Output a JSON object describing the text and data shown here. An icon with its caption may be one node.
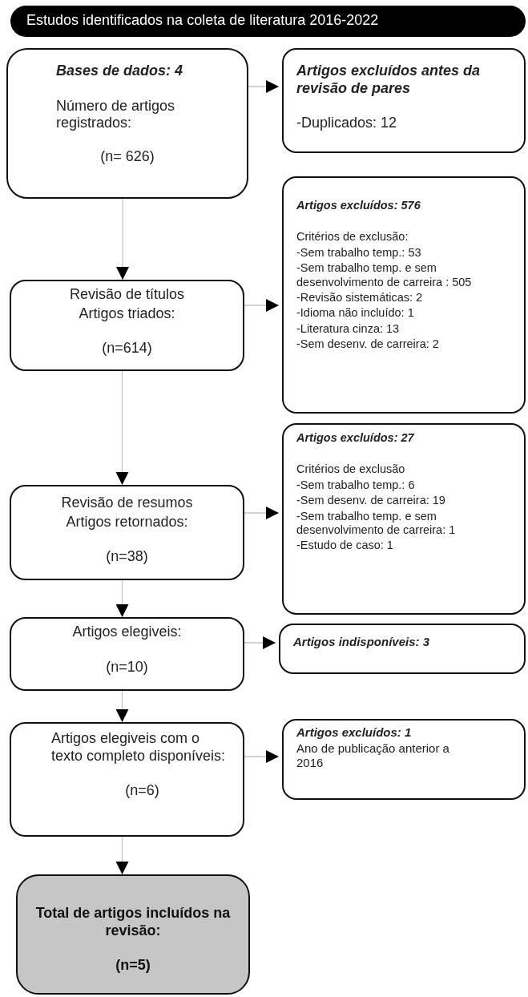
{
  "diagram": {
    "nodes": [
      {
        "text": [
          "Estudos identificados na coleta de literatura 2016-2022"
        ]
      },
      {
        "text": [
          "Bases de dados: 4",
          "Número de artigos registrados:",
          "(n= 626)"
        ]
      },
      {
        "text": [
          "Artigos excluídos antes da revisão de pares",
          "-Duplicados: 12"
        ]
      },
      {
        "text": [
          "Revisão de títulos",
          "Artigos triados:",
          "(n=614)"
        ]
      },
      {
        "text": [
          "Artigos excluídos: 576",
          "Critérios de exclusão:",
          "-Sem trabalho temp.: 53",
          "-Sem trabalho temp. e sem desenvolvimento de carreira : 505",
          "-Revisão sistemáticas: 2",
          "-Idioma não incluído: 1",
          "-Literatura cinza: 13",
          "-Sem desenv. de carreira: 2"
        ]
      },
      {
        "text": [
          "Revisão de resumos",
          "Artigos retornados:",
          "(n=38)"
        ]
      },
      {
        "text": [
          "Artigos excluídos: 27",
          "Critérios de exclusão",
          "-Sem trabalho temp.: 6",
          "-Sem desenv. de carreira: 19",
          "-Sem trabalho temp. e sem desenvolvimento de carreira: 1",
          "-Estudo de caso: 1"
        ]
      },
      {
        "text": [
          "Artigos elegiveis:",
          "(n=10)"
        ]
      },
      {
        "text": [
          "Artigos indisponíveis: 3"
        ]
      },
      {
        "text": [
          "Artigos elegiveis com o texto completo disponíveis:",
          "(n=6)"
        ]
      },
      {
        "text": [
          "Artigos excluídos: 1",
          "Ano de publicação anterior a 2016"
        ]
      },
      {
        "text": [
          "Total de artigos incluídos na revisão:",
          "(n=5)"
        ]
      }
    ],
    "edges": [
      {
        "from": 1,
        "to": 2,
        "arrow": "to"
      },
      {
        "from": 1,
        "to": 3,
        "arrow": "to"
      },
      {
        "from": 3,
        "to": 4,
        "arrow": "to"
      },
      {
        "from": 3,
        "to": 5,
        "arrow": "to"
      },
      {
        "from": 5,
        "to": 6,
        "arrow": "to"
      },
      {
        "from": 5,
        "to": 7,
        "arrow": "to"
      },
      {
        "from": 7,
        "to": 8,
        "arrow": "to"
      },
      {
        "from": 7,
        "to": 9,
        "arrow": "to"
      },
      {
        "from": 9,
        "to": 10,
        "arrow": "to"
      },
      {
        "from": 9,
        "to": 11,
        "arrow": "to"
      }
    ]
  }
}
